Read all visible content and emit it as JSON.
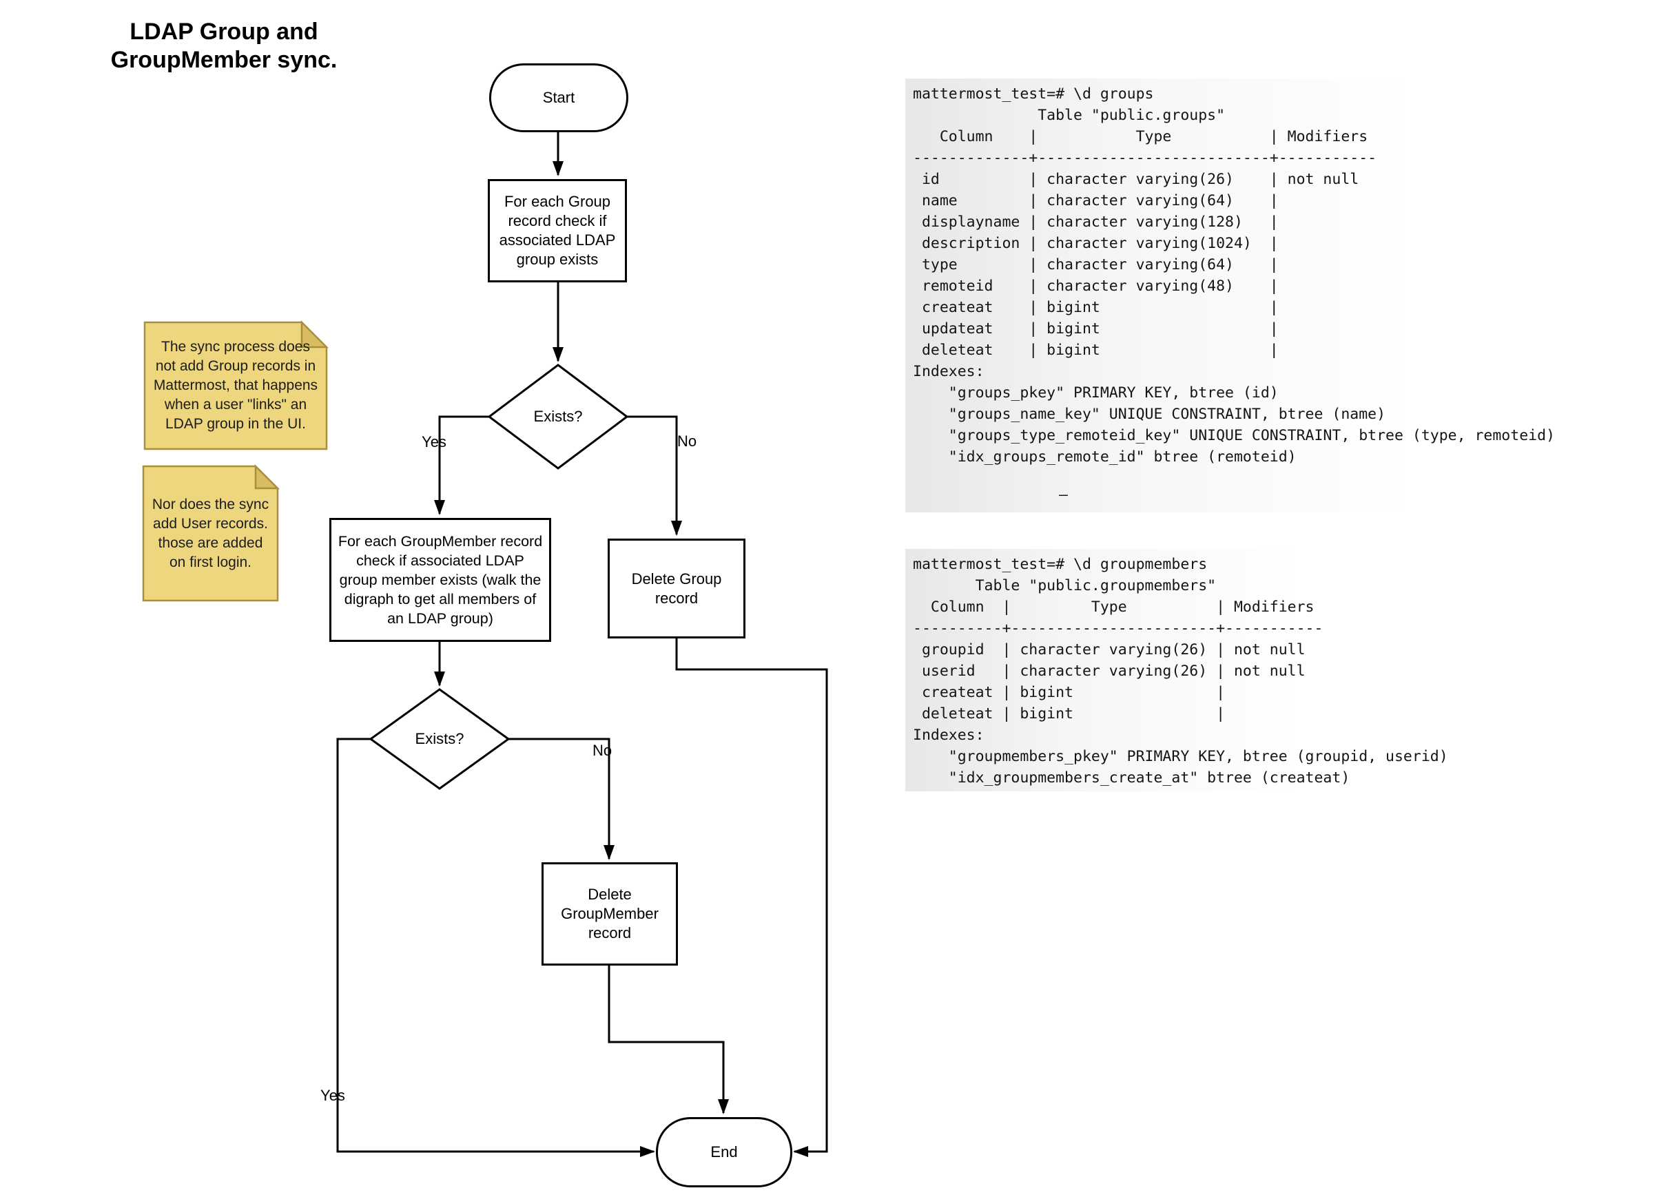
{
  "title": "LDAP Group and\nGroupMember sync.",
  "flowchart": {
    "start": "Start",
    "check_group": "For each Group\nrecord check if\nassociated LDAP\ngroup exists",
    "exists1": "Exists?",
    "yes1": "Yes",
    "no1": "No",
    "check_groupmember": "For each GroupMember record\ncheck if associated LDAP\ngroup member exists (walk the\ndigraph to get all members of\nan LDAP group)",
    "delete_group": "Delete Group\nrecord",
    "exists2": "Exists?",
    "yes2": "Yes",
    "no2": "No",
    "delete_groupmember": "Delete\nGroupMember\nrecord",
    "end": "End"
  },
  "notes": {
    "note1": "The sync process does\nnot add Group records in\nMattermost, that happens\nwhen a user \"links\" an\nLDAP group in the UI.",
    "note2": "Nor does the sync\nadd User records.\nthose are added\non first login."
  },
  "terminals": {
    "groups": {
      "lines": [
        "mattermost_test=# \\d groups",
        "              Table \"public.groups\"",
        "   Column    |           Type           | Modifiers",
        "-------------+--------------------------+-----------",
        " id          | character varying(26)    | not null",
        " name        | character varying(64)    |",
        " displayname | character varying(128)   |",
        " description | character varying(1024)  |",
        " type        | character varying(64)    |",
        " remoteid    | character varying(48)    |",
        " createat    | bigint                   |",
        " updateat    | bigint                   |",
        " deleteat    | bigint                   |",
        "Indexes:",
        "    \"groups_pkey\" PRIMARY KEY, btree (id)",
        "    \"groups_name_key\" UNIQUE CONSTRAINT, btree (name)",
        "    \"groups_type_remoteid_key\" UNIQUE CONSTRAINT, btree (type, remoteid)",
        "    \"idx_groups_remote_id\" btree (remoteid)"
      ],
      "cursor": "—"
    },
    "groupmembers": {
      "lines": [
        "mattermost_test=# \\d groupmembers",
        "       Table \"public.groupmembers\"",
        "  Column  |         Type          | Modifiers",
        "----------+-----------------------+-----------",
        " groupid  | character varying(26) | not null",
        " userid   | character varying(26) | not null",
        " createat | bigint                |",
        " deleteat | bigint                |",
        "Indexes:",
        "    \"groupmembers_pkey\" PRIMARY KEY, btree (groupid, userid)",
        "    \"idx_groupmembers_create_at\" btree (createat)"
      ]
    }
  },
  "colors": {
    "flow_stroke": "#000000",
    "node_fill": "#ffffff",
    "sticky_fill": "#EDD67E",
    "sticky_fold": "#D9BC62",
    "sticky_border": "#A98F3D",
    "terminal_bg_left": "#e7e7e7",
    "terminal_text": "#141414"
  }
}
